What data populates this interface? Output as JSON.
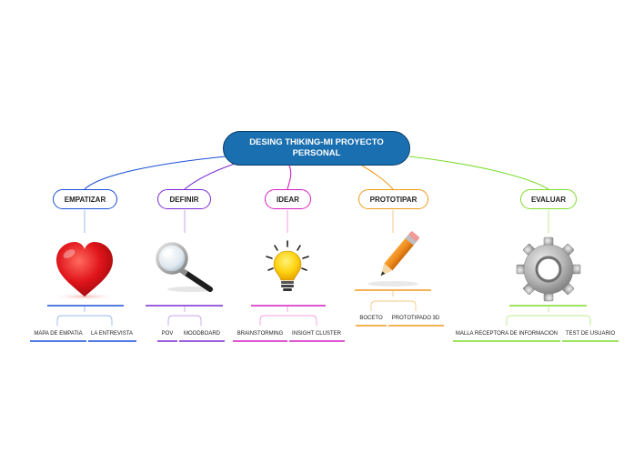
{
  "root": {
    "title": "DESING THIKING-MI PROYECTO PERSONAL"
  },
  "branches": [
    {
      "label": "EMPATIZAR",
      "color": "#1a4fd6",
      "icon": "heart-icon",
      "leaves": [
        "MAPA DE EMPATIA",
        "LA ENTREVISTA"
      ]
    },
    {
      "label": "DEFINIR",
      "color": "#7a2bd6",
      "icon": "magnifier-icon",
      "leaves": [
        "POV",
        "MOODBOARD"
      ]
    },
    {
      "label": "IDEAR",
      "color": "#d61fc0",
      "icon": "lightbulb-icon",
      "leaves": [
        "BRAINSTORMING",
        "INSIGHT CLUSTER"
      ]
    },
    {
      "label": "PROTOTIPAR",
      "color": "#f09a1a",
      "icon": "pencil-icon",
      "leaves": [
        "BOCETO",
        "PROTOTIPADO 3D"
      ]
    },
    {
      "label": "EVALUAR",
      "color": "#7ddc2b",
      "icon": "gear-icon",
      "leaves": [
        "MALLA RECEPTORA DE INFORMACION",
        "TEST DE USUARIO"
      ]
    }
  ]
}
